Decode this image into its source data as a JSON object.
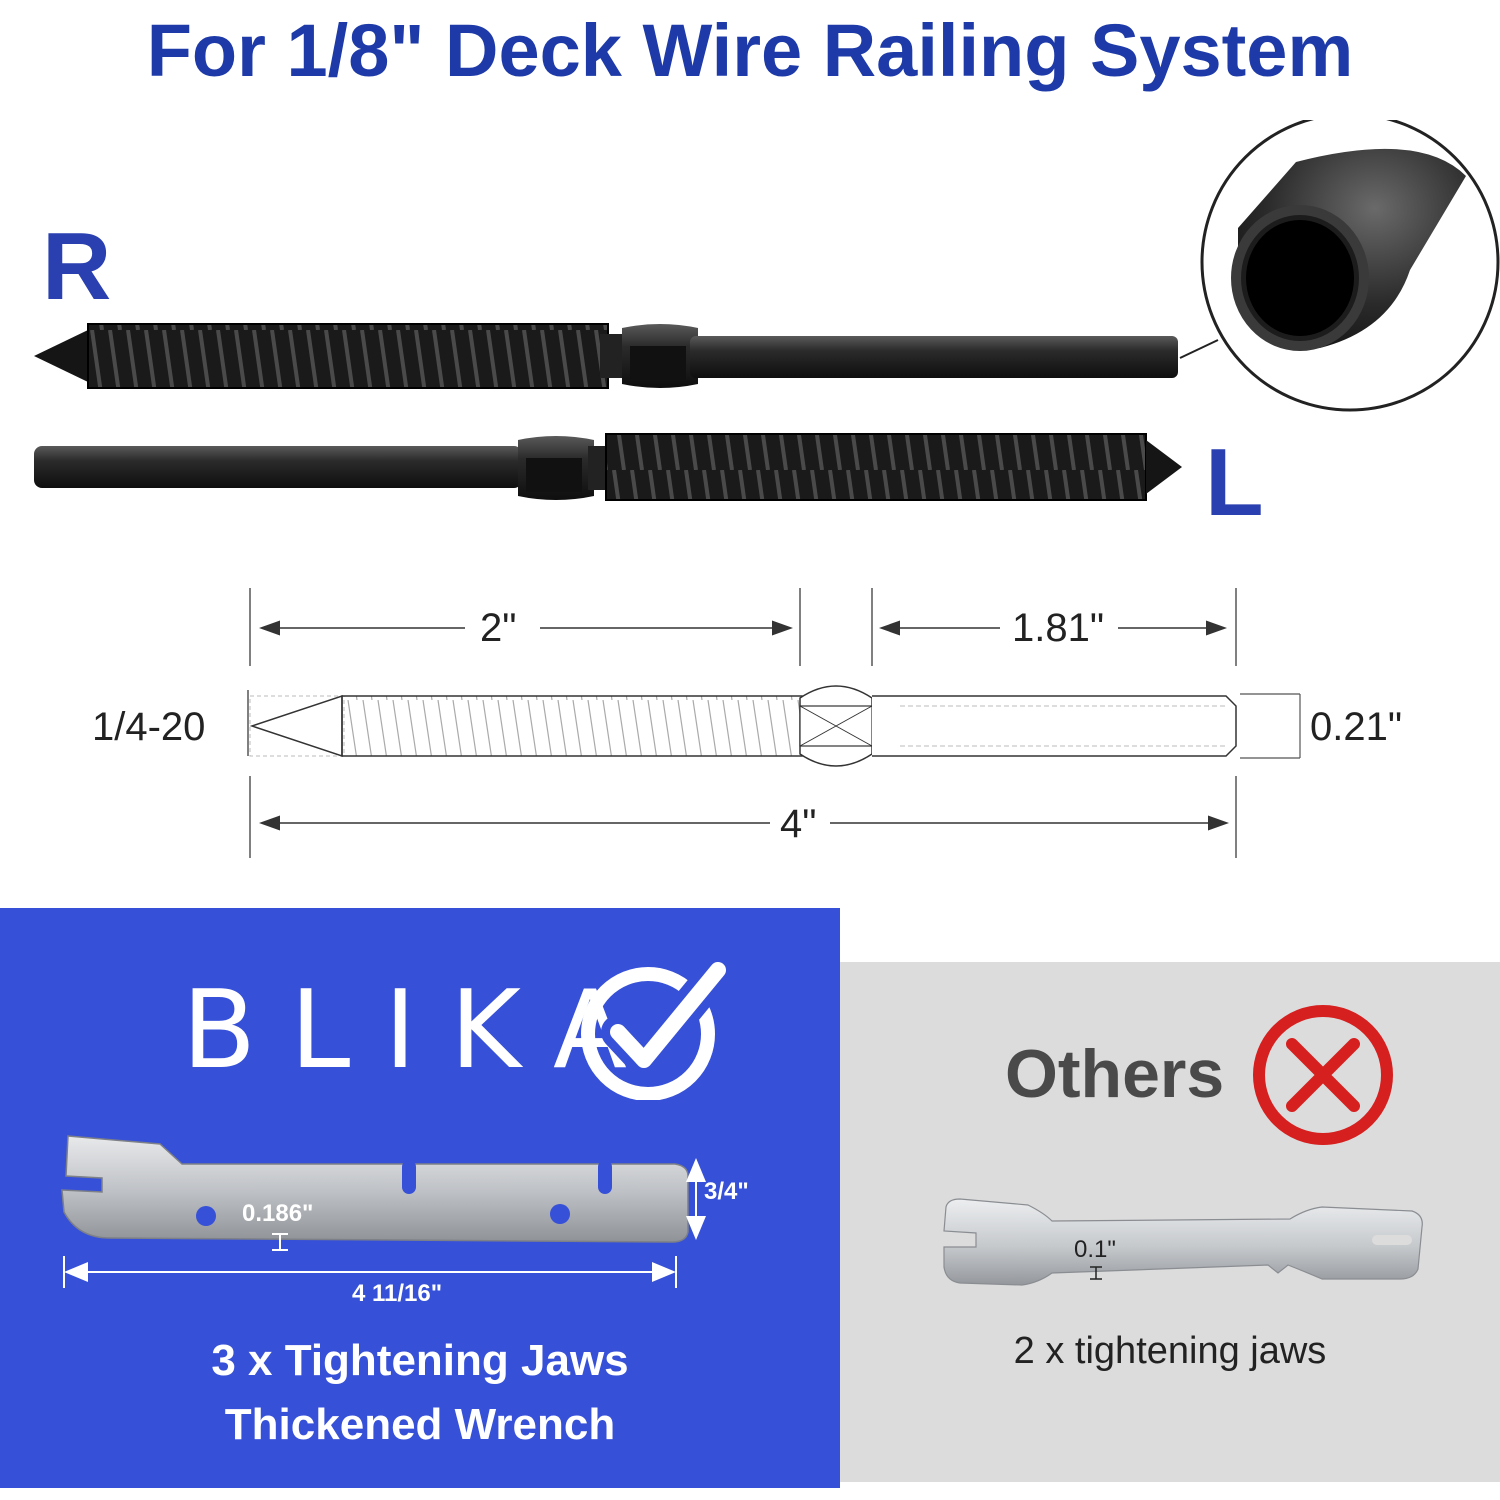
{
  "title": "For 1/8\" Deck Wire Railing System",
  "labels": {
    "right": "R",
    "left": "L"
  },
  "dimensions": {
    "thread_length": "2\"",
    "shank_length": "1.81\"",
    "thread_size": "1/4-20",
    "diameter": "0.21\"",
    "total_length": "4\""
  },
  "blika": {
    "brand": "BLIKA",
    "check_icon": "check-circle-icon",
    "width_dim": "3/4\"",
    "hole_dim": "0.186\"",
    "length_dim": "4 11/16\"",
    "caption_line1": "3 x Tightening Jaws",
    "caption_line2": "Thickened Wrench"
  },
  "others": {
    "label": "Others",
    "cross_icon": "x-circle-icon",
    "thickness_dim": "0.1\"",
    "caption": "2 x tightening jaws"
  },
  "colors": {
    "title_blue": "#1d3aa8",
    "panel_blue": "#3650d8",
    "panel_gray": "#dcdcdc",
    "reject_red": "#d61f1f",
    "metal": "#b9bcc0"
  }
}
